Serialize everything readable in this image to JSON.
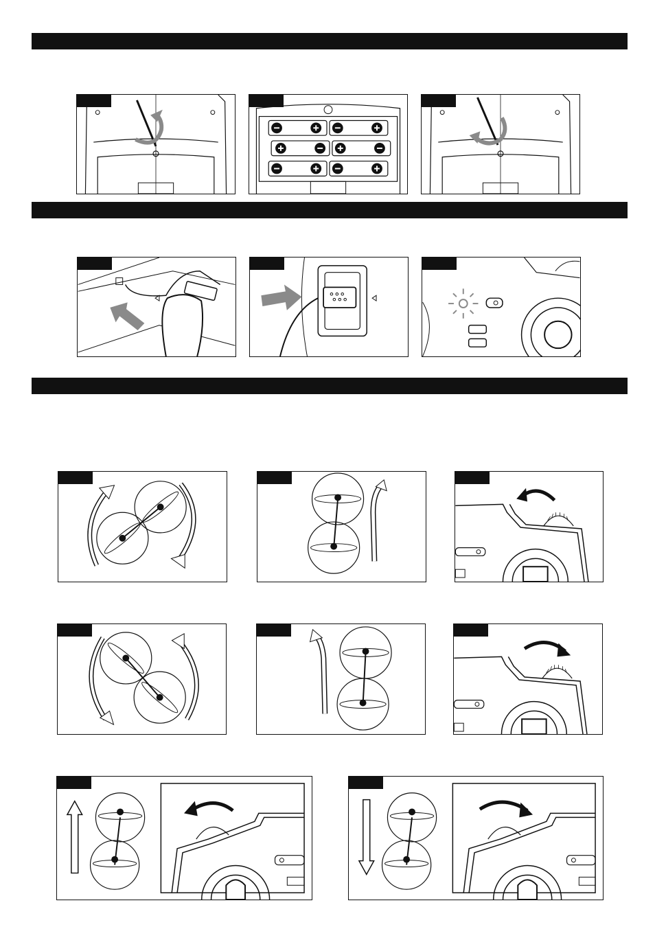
{
  "document": {
    "sections": [
      {
        "name": "battery-installation",
        "steps": 3
      },
      {
        "name": "charging",
        "steps": 3
      },
      {
        "name": "trim-adjustment",
        "steps": 8
      }
    ]
  },
  "icons": {
    "arrow_gray": "#8a8a8a",
    "ink": "#111111"
  }
}
